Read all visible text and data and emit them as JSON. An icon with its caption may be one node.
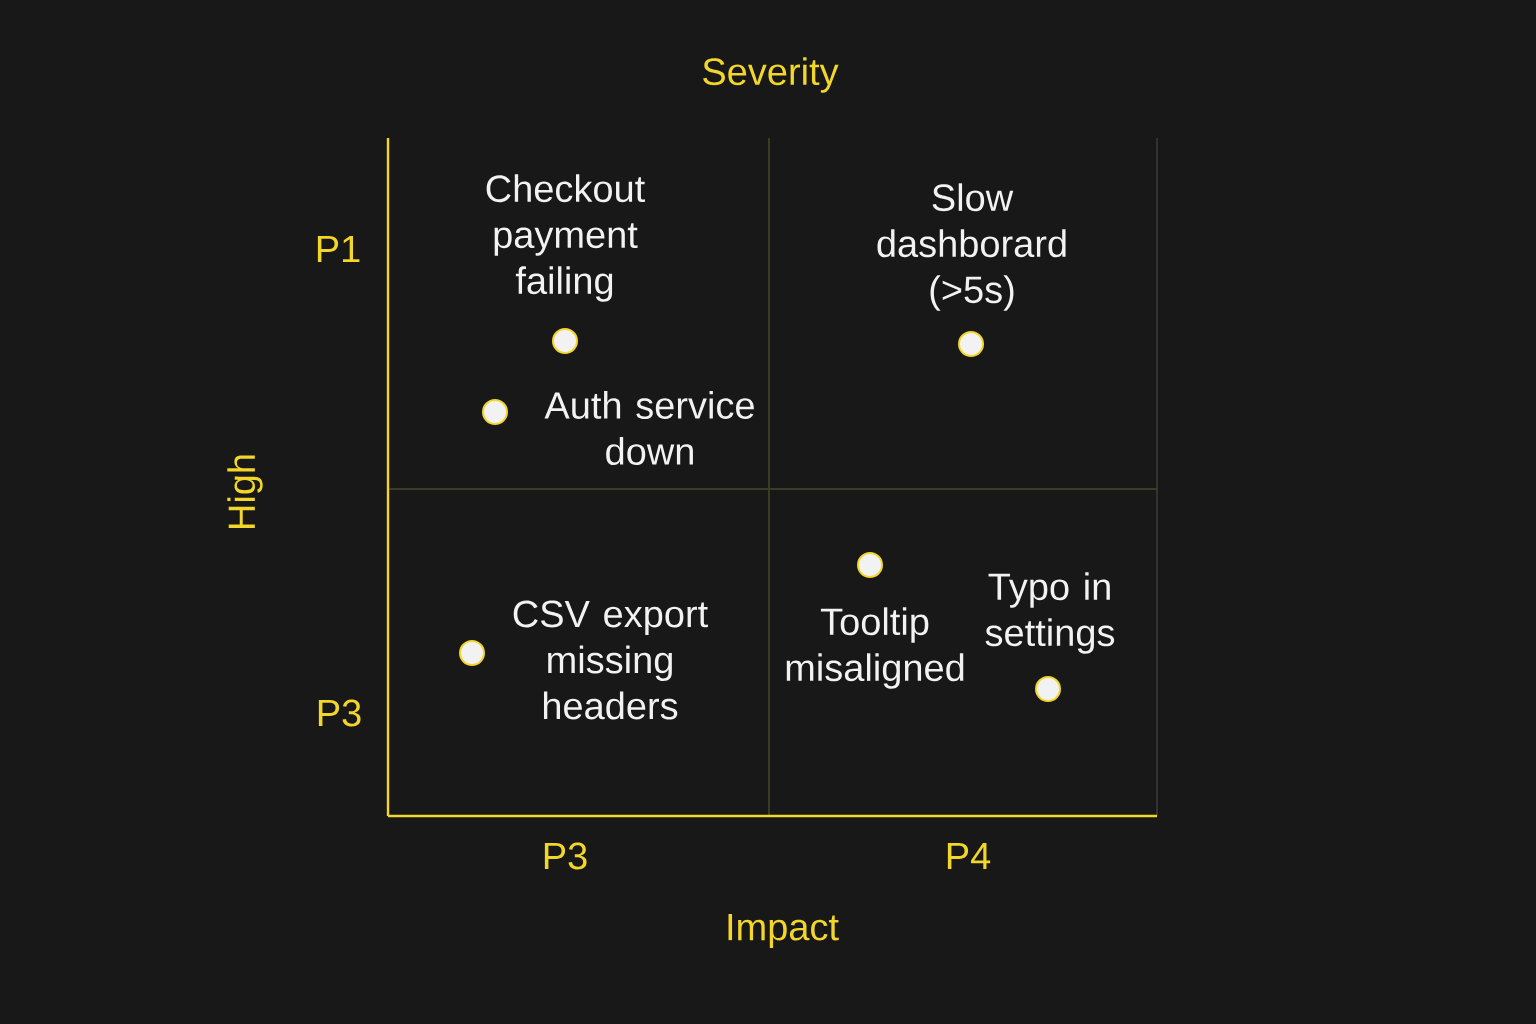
{
  "diagram": {
    "title": "Severity",
    "labels": [
      "P1",
      "Checkout payment failing",
      "Slow dashborard (>5s)",
      "Auth service down",
      "High",
      "CSV export missing headers",
      "Typo in settings",
      "Tooltip misaligned",
      "P3",
      "P3",
      "P4",
      "Impact"
    ]
  }
}
